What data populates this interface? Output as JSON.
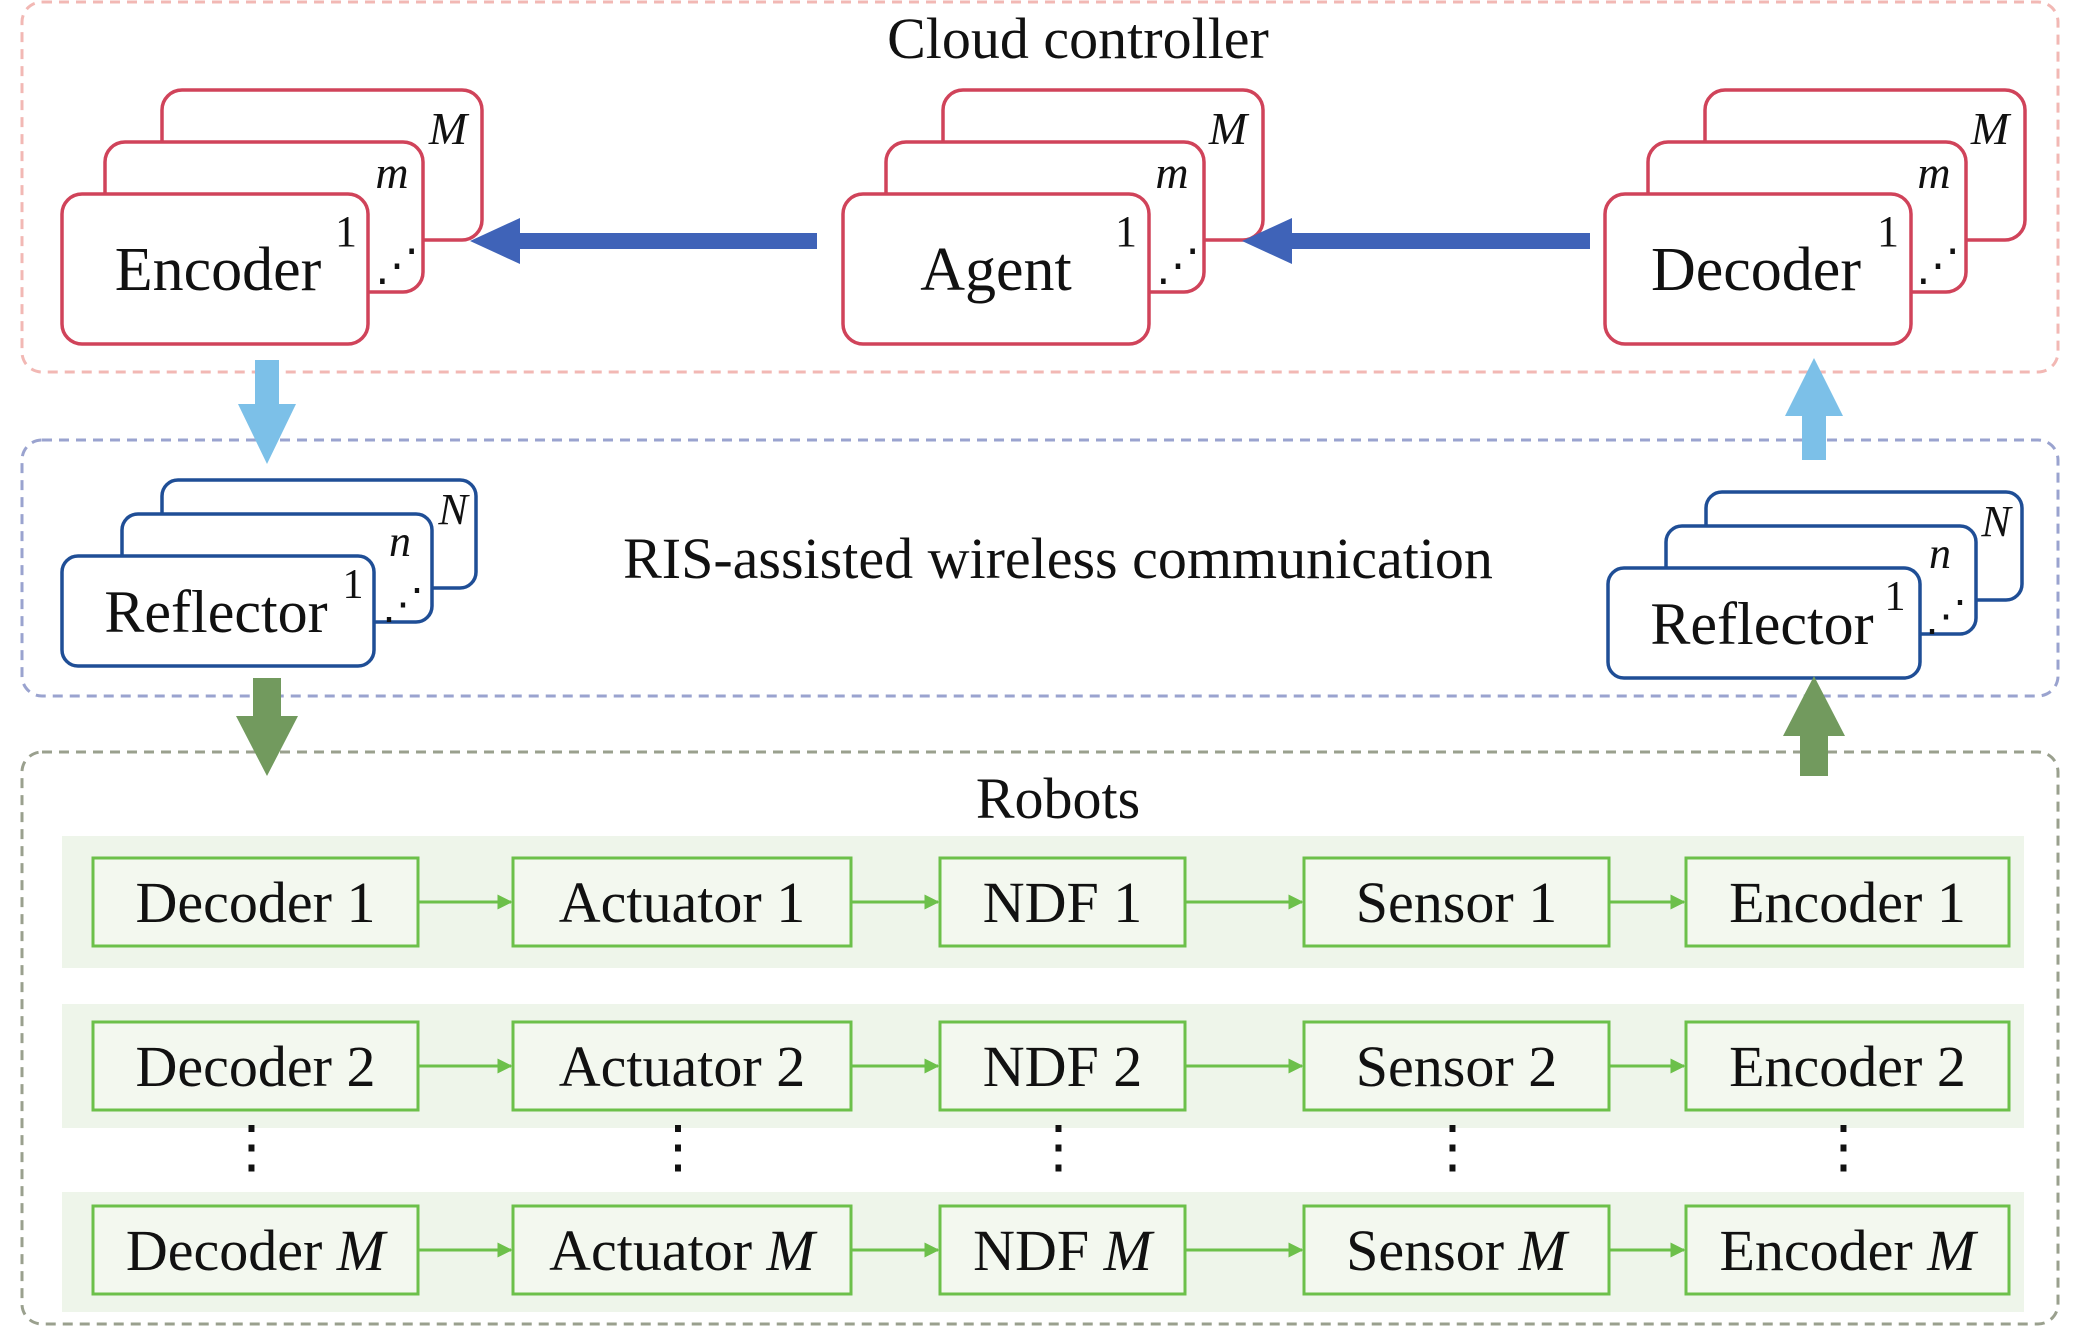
{
  "cloud": {
    "title": "Cloud controller",
    "encoder": {
      "label": "Encoder",
      "idx_top": "M",
      "idx_mid": "m",
      "idx_front": "1",
      "dots": "⋰"
    },
    "agent": {
      "label": "Agent",
      "idx_top": "M",
      "idx_mid": "m",
      "idx_front": "1",
      "dots": "⋰"
    },
    "decoder": {
      "label": "Decoder",
      "idx_top": "M",
      "idx_mid": "m",
      "idx_front": "1",
      "dots": "⋰"
    }
  },
  "ris": {
    "title": "RIS-assisted wireless communication",
    "left_reflector": {
      "label": "Reflector",
      "idx_top": "N",
      "idx_mid": "n",
      "idx_front": "1",
      "dots": "⋰"
    },
    "right_reflector": {
      "label": "Reflector",
      "idx_top": "N",
      "idx_mid": "n",
      "idx_front": "1",
      "dots": "⋰"
    }
  },
  "robots": {
    "title": "Robots",
    "vdots": "⋮",
    "rows": [
      {
        "decoder": "Decoder",
        "actuator": "Actuator",
        "ndf": "NDF",
        "sensor": "Sensor",
        "encoder": "Encoder",
        "index": "1",
        "index_italic": false
      },
      {
        "decoder": "Decoder",
        "actuator": "Actuator",
        "ndf": "NDF",
        "sensor": "Sensor",
        "encoder": "Encoder",
        "index": "2",
        "index_italic": false
      },
      {
        "decoder": "Decoder",
        "actuator": "Actuator",
        "ndf": "NDF",
        "sensor": "Sensor",
        "encoder": "Encoder",
        "index": "M",
        "index_italic": true
      }
    ]
  },
  "colors": {
    "cloud_border": "#f2b8b4",
    "module_border": "#d0435a",
    "ris_border": "#9aa3cf",
    "reflector_border": "#1f4e96",
    "robots_border": "#9aa08e",
    "robot_box_border": "#6cc04a",
    "robot_band": "#eef5ea",
    "robot_box_fill": "#f3f8ef",
    "dark_blue_arrow": "#3f63b8",
    "light_blue_arrow": "#7cc0e8",
    "green_arrow": "#729a5e",
    "small_arrow": "#6cc04a",
    "text": "#111111"
  }
}
